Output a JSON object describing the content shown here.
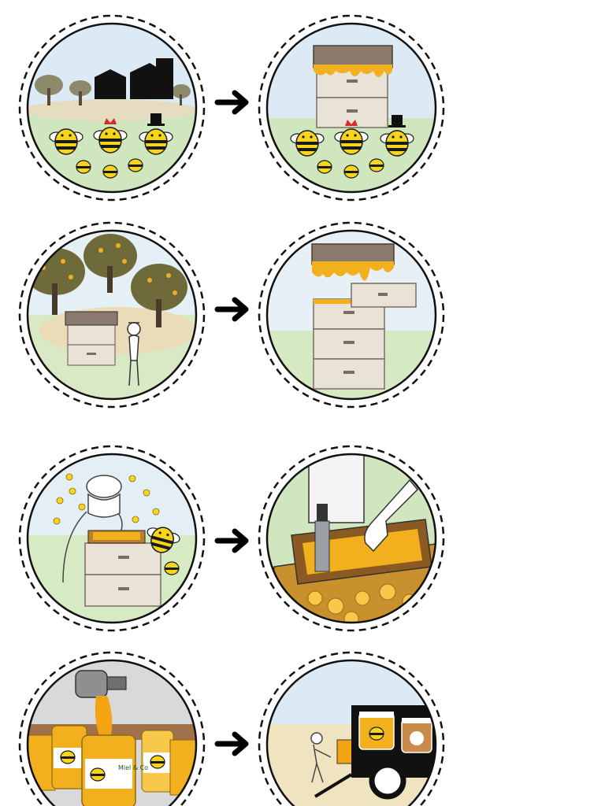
{
  "title": "",
  "rows": [
    {
      "left": {
        "scene": "apiary-bees",
        "description_icon": "bee-colony-icon"
      },
      "right": {
        "scene": "hive-with-bees",
        "description_icon": "beehive-icon"
      }
    },
    {
      "left": {
        "scene": "hive-in-orchard",
        "description_icon": "orchard-icon"
      },
      "right": {
        "scene": "hive-adding-super",
        "description_icon": "hive-super-icon"
      }
    },
    {
      "left": {
        "scene": "beekeeper-opening-hive",
        "description_icon": "beekeeper-icon"
      },
      "right": {
        "scene": "uncapping-frame",
        "description_icon": "honeycomb-frame-icon"
      }
    },
    {
      "left": {
        "scene": "honey-jarring",
        "description_icon": "honey-jar-icon"
      },
      "right": {
        "scene": "honey-delivery",
        "description_icon": "delivery-cart-icon"
      }
    }
  ],
  "colors": {
    "honey": "#f2b01e",
    "honey_dark": "#d38a10",
    "bee_yellow": "#f7d51d",
    "outline": "#1a1a1a",
    "sky": "#cfe3f2",
    "grass": "#b9dca3",
    "hive_body": "#e9e2d6",
    "hive_lid": "#8a7a6e",
    "queen_crown": "#d42b2b"
  },
  "jar_label": "Miel & Co"
}
